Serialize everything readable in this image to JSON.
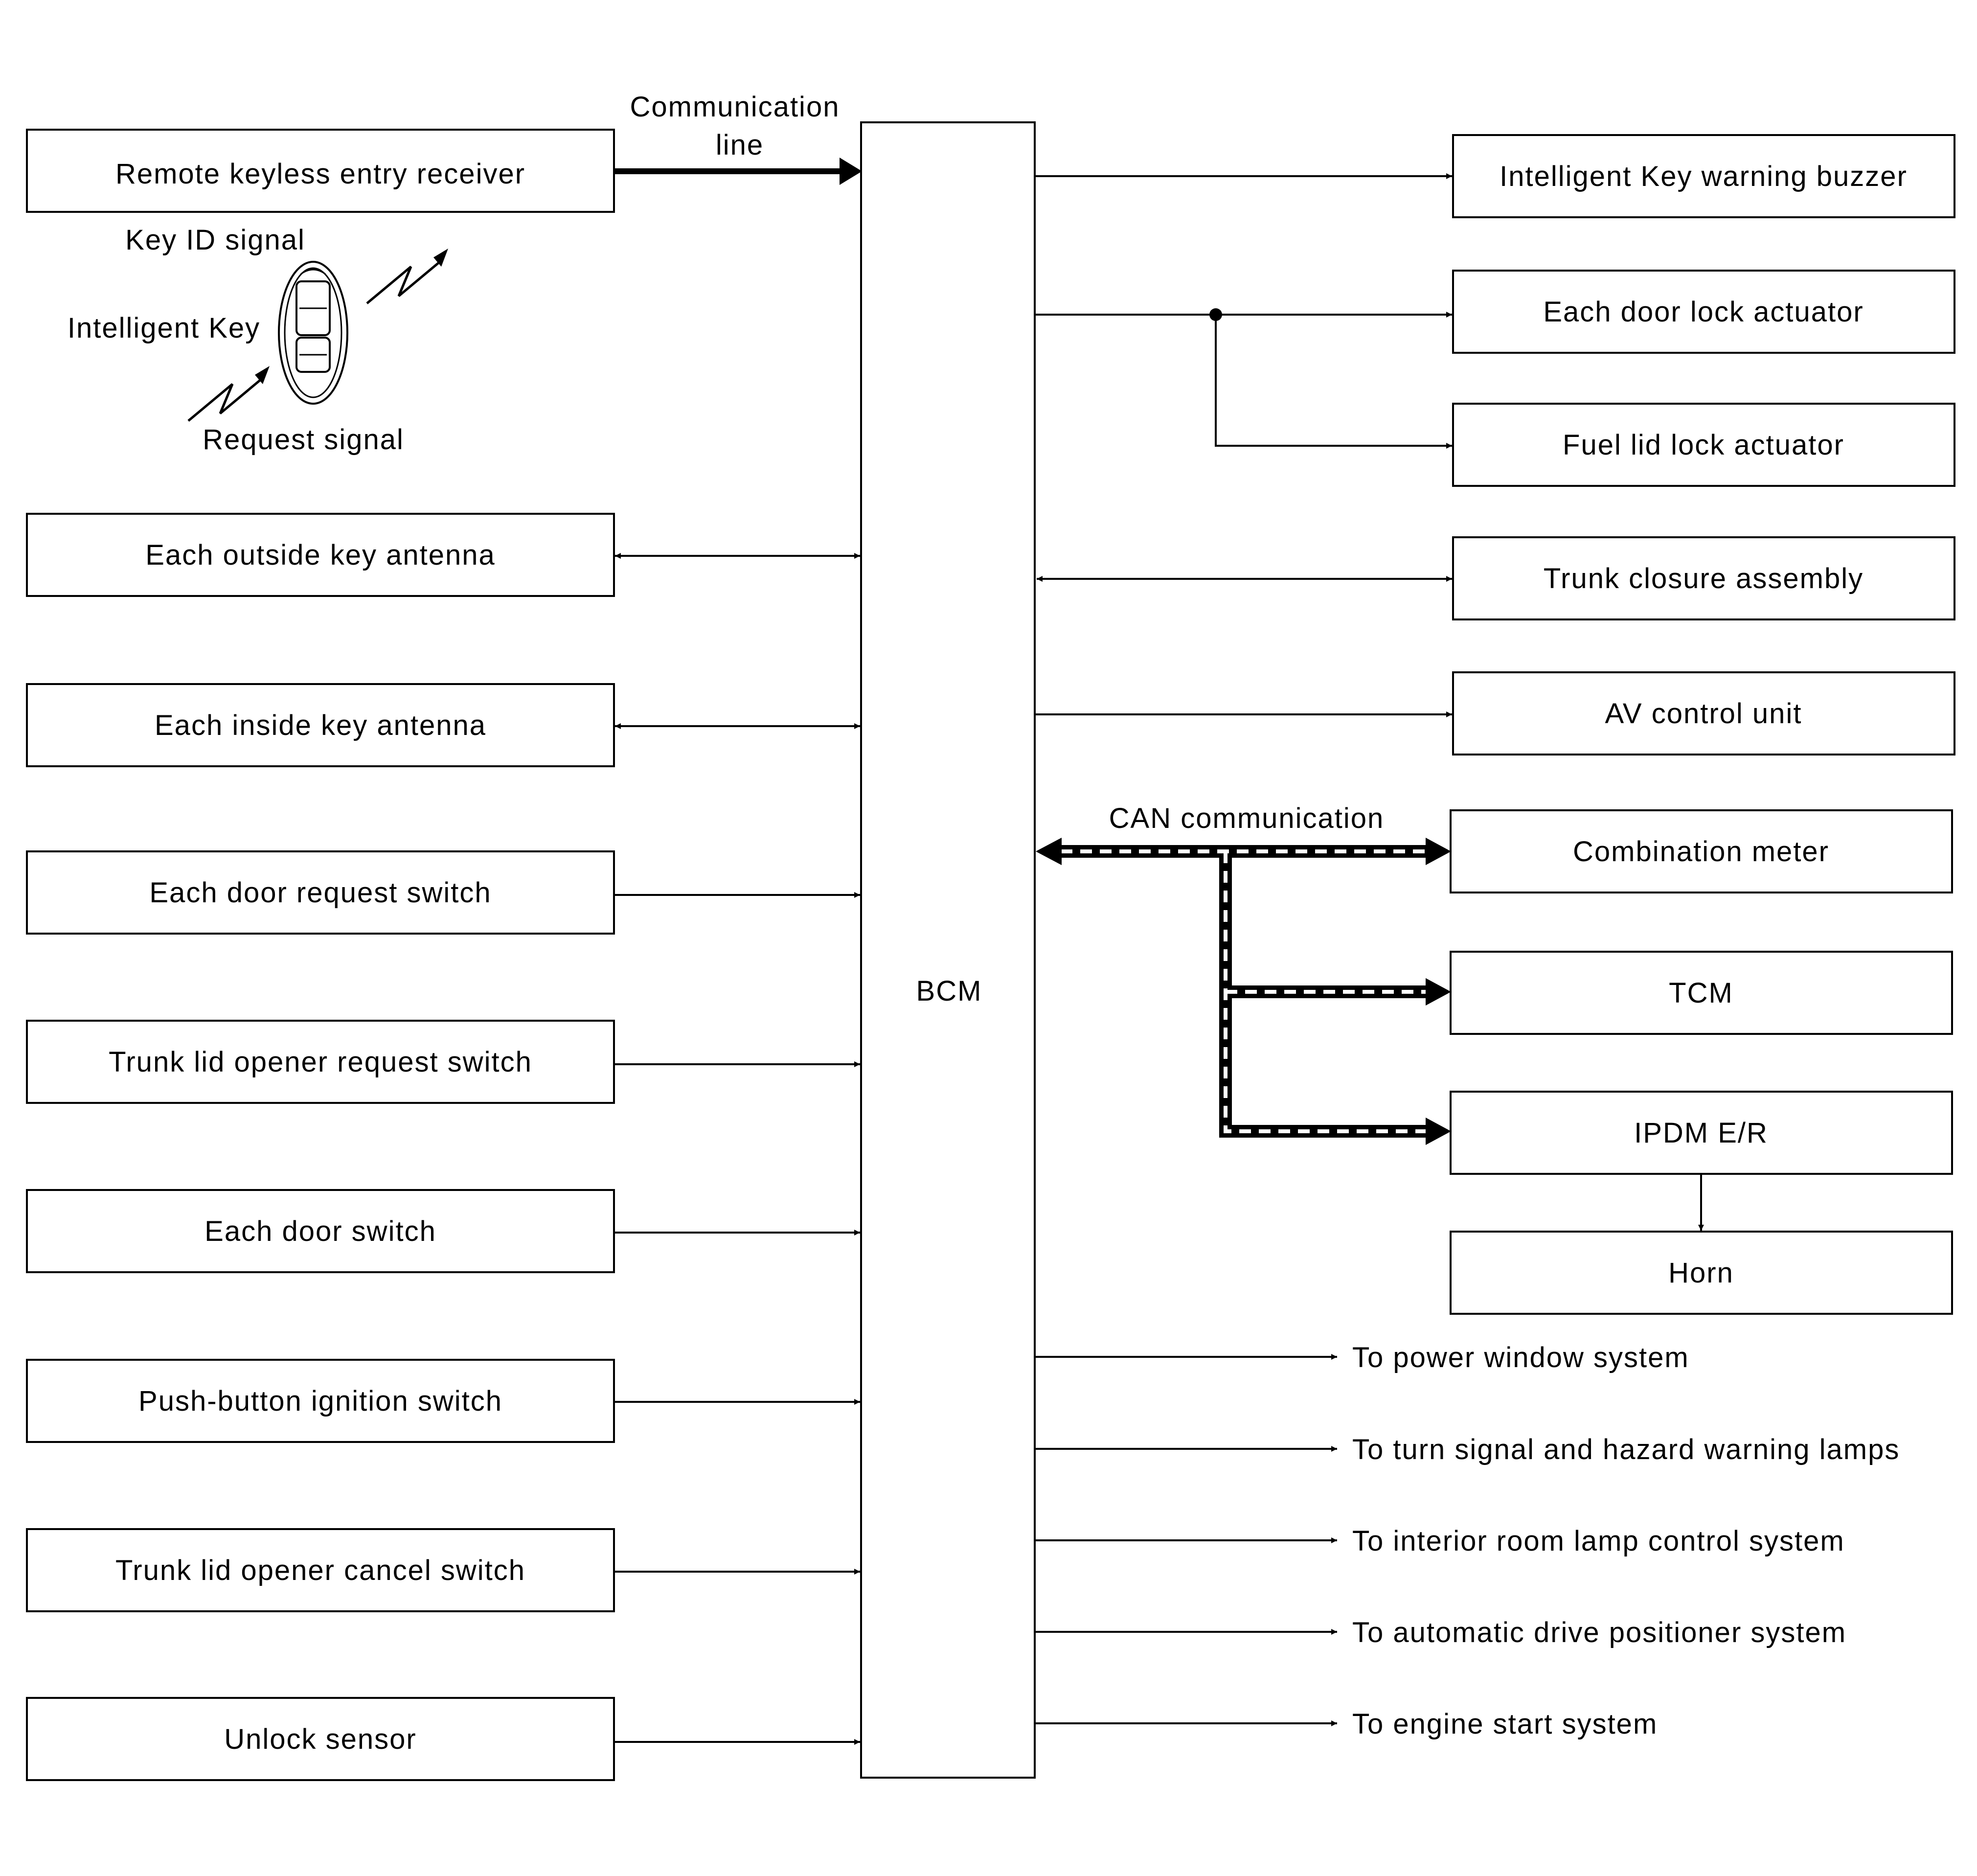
{
  "bcm": {
    "label": "BCM"
  },
  "inputs": [
    "Remote keyless entry receiver",
    "Each outside key antenna",
    "Each inside key antenna",
    "Each door request switch",
    "Trunk lid opener request switch",
    "Each door switch",
    "Push-button ignition switch",
    "Trunk lid opener cancel switch",
    "Unlock sensor"
  ],
  "communication_line_label": [
    "Communication",
    "line"
  ],
  "intelligent_key": {
    "label": "Intelligent Key",
    "key_id_signal": "Key ID signal",
    "request_signal": "Request signal"
  },
  "outputs": [
    "Intelligent Key warning buzzer",
    "Each door lock actuator",
    "Fuel lid lock actuator",
    "Trunk closure assembly",
    "AV control unit"
  ],
  "can": {
    "label": "CAN communication",
    "units": [
      "Combination meter",
      "TCM",
      "IPDM E/R"
    ]
  },
  "horn": "Horn",
  "destinations": [
    "To power window system",
    "To turn signal and hazard warning lamps",
    "To interior room lamp control system",
    "To automatic drive positioner system",
    "To engine start system"
  ]
}
